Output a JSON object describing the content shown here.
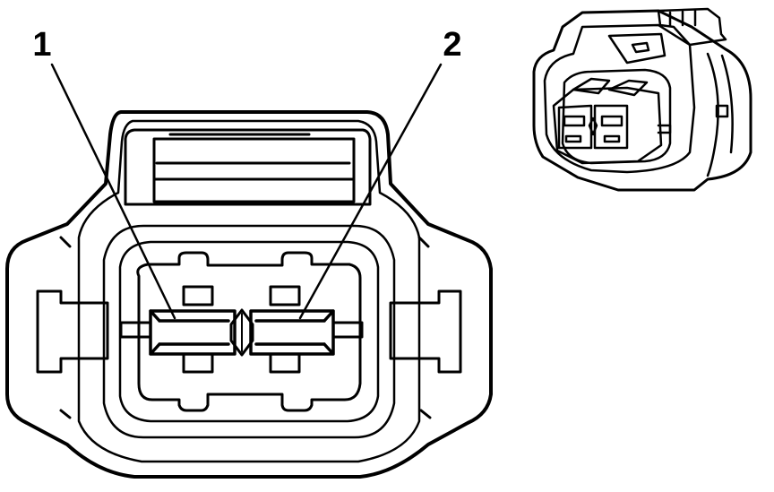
{
  "diagram": {
    "callouts": [
      {
        "id": "pin-1",
        "label": "1"
      },
      {
        "id": "pin-2",
        "label": "2"
      }
    ],
    "views": [
      "front-face-view",
      "isometric-view"
    ],
    "colors": {
      "line": "#000000",
      "background": "#ffffff"
    }
  }
}
